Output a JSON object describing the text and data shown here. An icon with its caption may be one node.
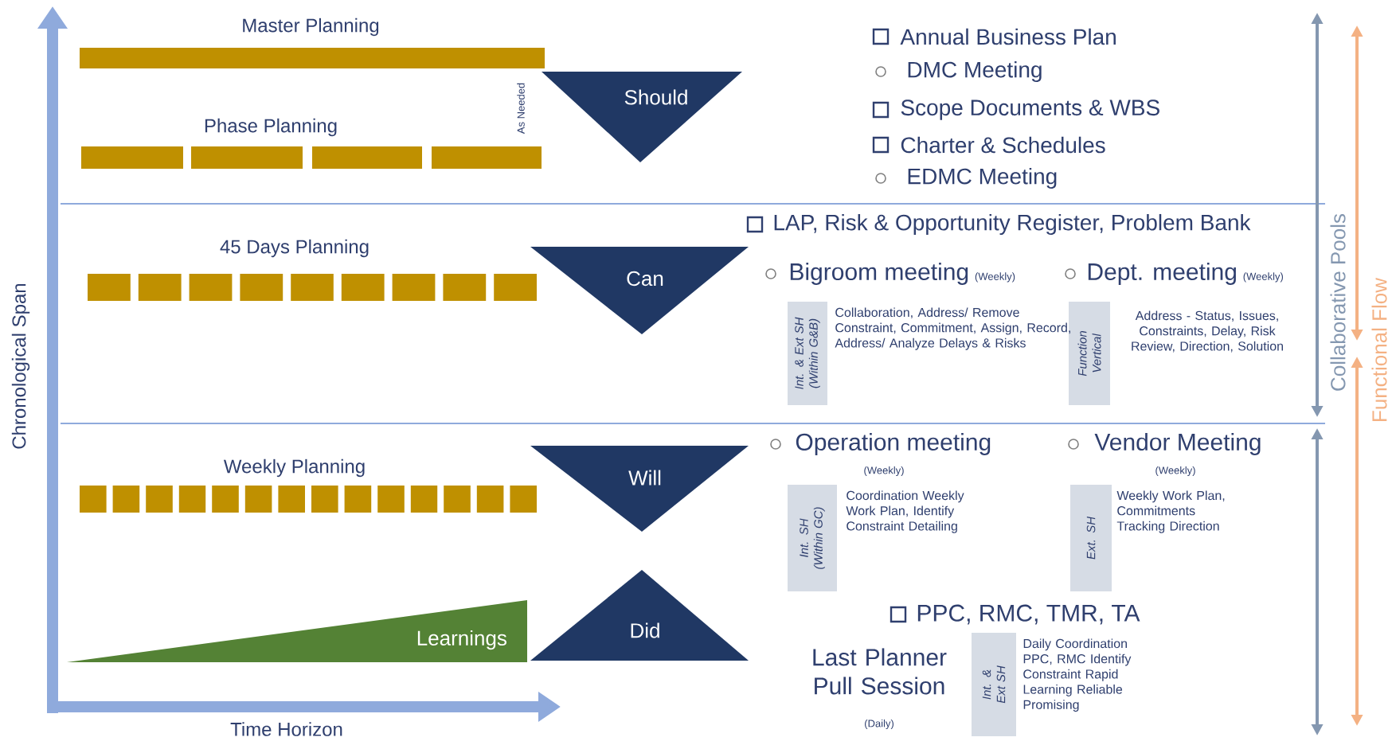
{
  "diagram": {
    "nodes": [
      {
        "text": [
          "Should"
        ]
      },
      {
        "text": [
          "Can"
        ]
      },
      {
        "text": [
          "Will"
        ]
      },
      {
        "text": [
          "Did"
        ]
      },
      {
        "text": [
          "Learnings"
        ]
      },
      {
        "text": [
          "Int. & Ext SH (Within G&B)"
        ]
      },
      {
        "text": [
          "Function Vertical"
        ]
      },
      {
        "text": [
          "Int. SH (Within GC)"
        ]
      },
      {
        "text": [
          "Ext. SH"
        ]
      },
      {
        "text": [
          "Int. & Ext SH"
        ]
      }
    ],
    "labels": [
      "Master Planning",
      "As Needed",
      "Phase Planning",
      "45 Days Planning",
      "Weekly Planning",
      "Chronological Span",
      "Time Horizon",
      "Annual Business Plan",
      "DMC Meeting",
      "Scope Documents & WBS",
      "Charter & Schedules",
      "EDMC Meeting",
      "LAP, Risk & Opportunity Register, Problem Bank",
      "Bigroom meeting",
      "(Weekly)",
      "Dept. meeting",
      "(Weekly)",
      "Collaboration, Address/ Remove Constraint, Commitment, Assign, Record, Address/ Analyze Delays & Risks",
      "Address - Status, Issues, Constraints, Delay, Risk Review, Direction, Solution",
      "Operation meeting",
      "(Weekly)",
      "Vendor Meeting",
      "(Weekly)",
      "Coordination Weekly Work Plan, Identify Constraint Detailing",
      "Weekly Work Plan, Commitments Tracking Direction",
      "PPC, RMC, TMR, TA",
      "Last Planner Pull Session",
      "(Daily)",
      "Daily Coordination PPC, RMC Identify Constraint Rapid Learning Reliable Promising",
      "Collaborative Pools",
      "Functional Flow"
    ]
  }
}
